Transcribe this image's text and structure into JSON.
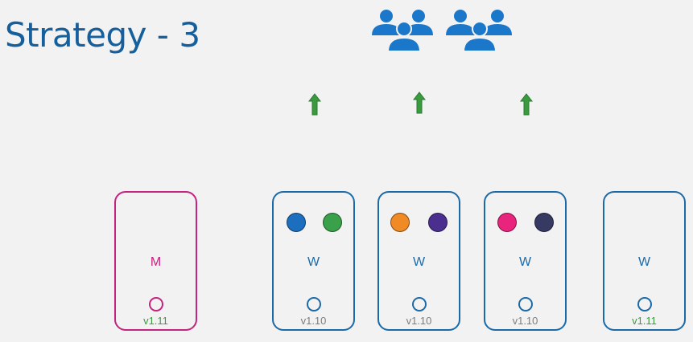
{
  "title": "Strategy - 3",
  "icons": {
    "users": "users-group-icon",
    "arrow": "arrow-up-icon"
  },
  "colors": {
    "title": "#155f9d",
    "worker_border": "#1b6aa7",
    "master_border": "#c4237e",
    "arrow": "#3a9a3e",
    "old_version_text": "#7d7d7d",
    "new_version_text": "#3a9a3e"
  },
  "nodes": [
    {
      "id": "master",
      "role": "master",
      "letter": "M",
      "version": "v1.11",
      "upgraded": true,
      "pods": []
    },
    {
      "id": "worker-1",
      "role": "worker",
      "letter": "W",
      "version": "v1.10",
      "upgraded": false,
      "pods": [
        "#1c6fbe",
        "#3aa14a"
      ]
    },
    {
      "id": "worker-2",
      "role": "worker",
      "letter": "W",
      "version": "v1.10",
      "upgraded": false,
      "pods": [
        "#f08a24",
        "#4b2f8e"
      ]
    },
    {
      "id": "worker-3",
      "role": "worker",
      "letter": "W",
      "version": "v1.10",
      "upgraded": false,
      "pods": [
        "#e8247d",
        "#363a62"
      ]
    },
    {
      "id": "worker-4",
      "role": "worker",
      "letter": "W",
      "version": "v1.11",
      "upgraded": true,
      "pods": []
    }
  ]
}
